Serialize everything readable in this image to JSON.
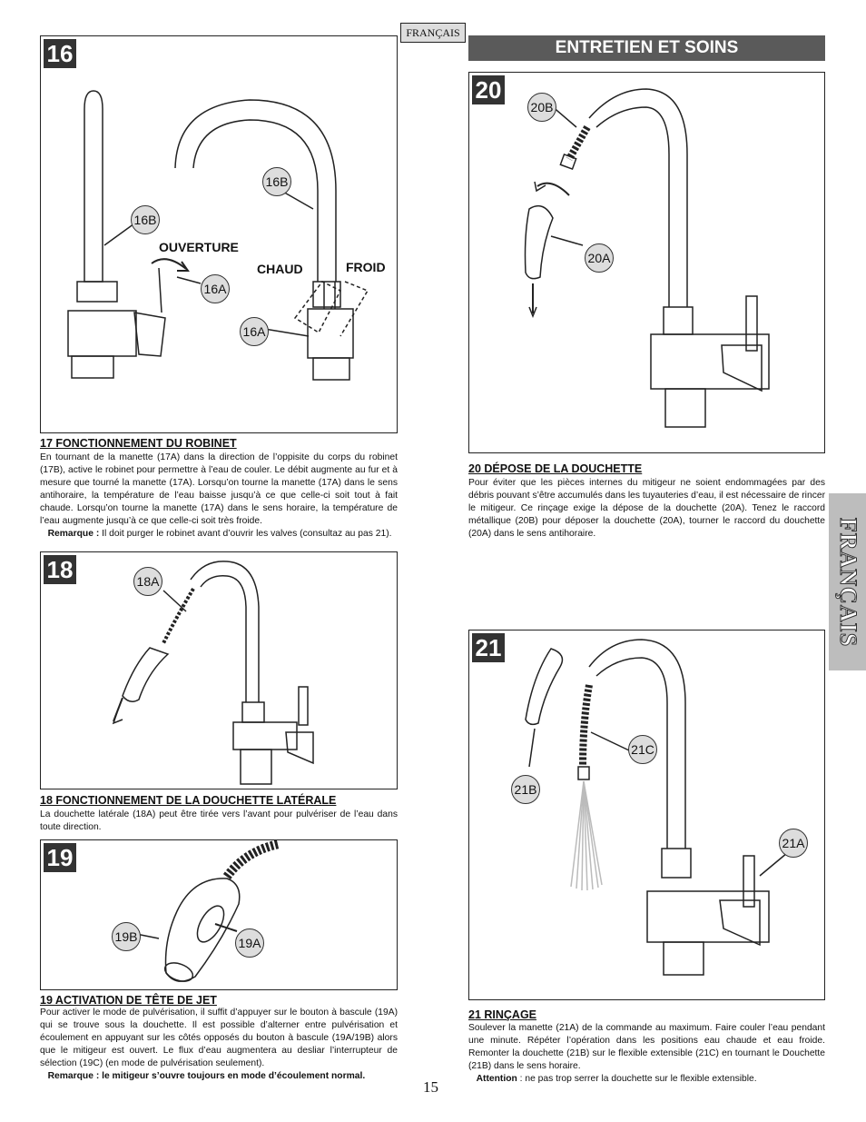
{
  "header": {
    "lang_tab": "FRANÇAIS",
    "section_title": "ENTRETIEN ET SOINS"
  },
  "side_tab": "FRANÇAIS",
  "page_number": "15",
  "fig16": {
    "num": "16",
    "callouts": [
      "16B",
      "16B",
      "16A",
      "16A"
    ],
    "labels": {
      "open": "OUVERTURE",
      "hot": "CHAUD",
      "cold": "FROID"
    }
  },
  "sec17": {
    "title": "17  FONCTIONNEMENT DU ROBINET",
    "text": "En tournant de la manette (17A) dans la direction de l’oppisite du corps du robinet (17B), active le robinet pour permettre à l’eau de couler. Le débit augmente au fur et à mesure que tourné la manette (17A). Lorsqu’on tourne la manette (17A) dans le sens antihoraire, la température de l’eau baisse jusqu’à ce que celle-ci soit tout à fait chaude. Lorsqu’on tourne la manette (17A) dans le sens horaire, la température de l’eau augmente jusqu’à ce que celle-ci soit très froide.",
    "note_label": "Remarque :",
    "note": " Il doit purger le robinet avant d’ouvrir les valves (consultaz au pas 21)."
  },
  "fig18": {
    "num": "18",
    "callouts": [
      "18A"
    ]
  },
  "sec18": {
    "title": "18  FONCTIONNEMENT DE LA DOUCHETTE LATÉRALE",
    "text": "La douchette latérale (18A) peut être tirée vers l’avant pour pulvériser de l’eau dans toute direction."
  },
  "fig19": {
    "num": "19",
    "callouts": [
      "19B",
      "19A"
    ]
  },
  "sec19": {
    "title": "19  ACTIVATION DE TÊTE DE JET",
    "text": "Pour activer le mode de pulvérisation, il suffit d’appuyer sur le bouton à bascule (19A) qui se trouve sous la douchette. Il est possible d’alterner entre pulvérisation et écoulement en appuyant sur les côtés opposés du bouton à bascule (19A/19B) alors que le mitigeur est ouvert. Le flux d’eau augmentera au desliar l’interrupteur de sélection (19C) (en mode de pulvérisation seulement).",
    "note": "Remarque : le mitigeur s’ouvre toujours en mode d’écoulement normal."
  },
  "fig20": {
    "num": "20",
    "callouts": [
      "20B",
      "20A"
    ]
  },
  "sec20": {
    "title": "20  DÉPOSE DE LA DOUCHETTE",
    "text": "Pour éviter que les pièces internes du mitigeur ne soient endommagées par des débris pouvant s’être accumulés dans les tuyauteries d’eau, il est nécessaire de rincer le mitigeur. Ce rinçage exige la dépose de la douchette (20A). Tenez le raccord métallique (20B) pour déposer la douchette (20A), tourner le raccord du douchette (20A) dans le sens antihoraire."
  },
  "fig21": {
    "num": "21",
    "callouts": [
      "21C",
      "21B",
      "21A"
    ]
  },
  "sec21": {
    "title": "21  RINÇAGE",
    "text": "Soulever la manette (21A) de la commande au maximum. Faire couler l’eau pendant une minute. Répéter l’opération dans les positions eau chaude et eau froide. Remonter la douchette (21B) sur le flexible extensible (21C) en tournant le Douchette (21B) dans le sens horaire.",
    "note_label": "Attention",
    "note": " : ne pas trop serrer la douchette sur le flexible extensible."
  },
  "colors": {
    "header_bg": "#5a5a5a",
    "callout_bg": "#dcdcdc",
    "side_tab_bg": "#bdbdbd"
  }
}
